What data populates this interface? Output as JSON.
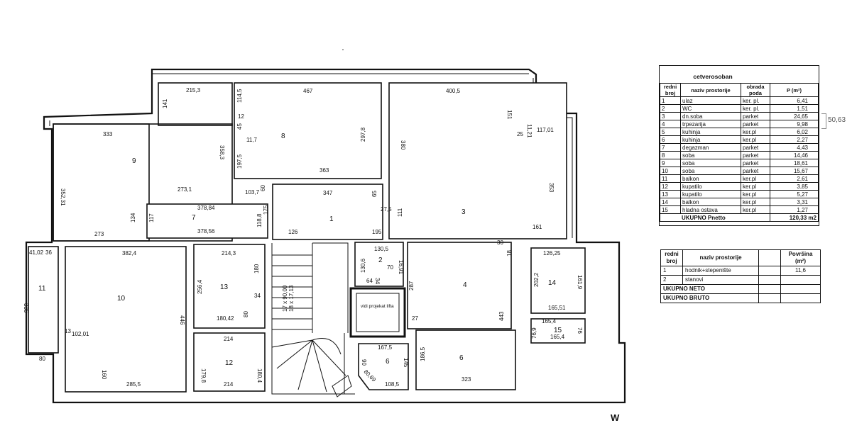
{
  "rooms": [
    {
      "id": "9",
      "label": "9"
    },
    {
      "id": "8",
      "label": "8"
    },
    {
      "id": "3",
      "label": "3"
    },
    {
      "id": "7",
      "label": "7"
    },
    {
      "id": "1",
      "label": "1"
    },
    {
      "id": "10",
      "label": "10"
    },
    {
      "id": "11",
      "label": "11"
    },
    {
      "id": "13",
      "label": "13"
    },
    {
      "id": "2",
      "label": "2"
    },
    {
      "id": "4",
      "label": "4"
    },
    {
      "id": "14",
      "label": "14"
    },
    {
      "id": "15",
      "label": "15"
    },
    {
      "id": "12",
      "label": "12"
    },
    {
      "id": "6a",
      "label": "6"
    },
    {
      "id": "6b",
      "label": "6"
    }
  ],
  "dimensions": [
    "215,3",
    "141",
    "333",
    "358,3",
    "352,31",
    "273,1",
    "134",
    "273",
    "467",
    "114,5",
    "12",
    "45",
    "11,7",
    "297,8",
    "197,5",
    "363",
    "60",
    "103,7",
    "400,5",
    "151",
    "25",
    "11,21",
    "117,01",
    "380",
    "353",
    "161",
    "111",
    "378,84",
    "117",
    "118,8",
    "378,56",
    "175",
    "347",
    "65",
    "27,5",
    "126",
    "195",
    "382,4",
    "41,02",
    "36",
    "336",
    "102,01",
    "13",
    "80",
    "160",
    "285,5",
    "446",
    "214,3",
    "256,4",
    "180",
    "34",
    "180,42",
    "80",
    "214",
    "179,8",
    "180,4",
    "214",
    "17 x 90,00",
    "18 x 17,13",
    "130,5",
    "130,6",
    "70",
    "16,91",
    "64",
    "34",
    "287",
    "27",
    "30",
    "443",
    "18",
    "167,5",
    "90",
    "145",
    "80,69",
    "108,5",
    "186,5",
    "323",
    "126,25",
    "202,2",
    "161,9",
    "165,51",
    "165,4",
    "76,9",
    "76",
    "165,4"
  ],
  "lift_label": "vidi projekat lifta",
  "table1": {
    "title": "cetverosoban",
    "headers": [
      "redni broj",
      "naziv prostorije",
      "obrada poda",
      "P (m²)"
    ],
    "rows": [
      [
        "1",
        "ulaz",
        "ker. pl.",
        "6,41"
      ],
      [
        "2",
        "WC",
        "ker. pl.",
        "1,51"
      ],
      [
        "3",
        "dn.soba",
        "parket",
        "24,65"
      ],
      [
        "4",
        "trpezarija",
        "parket",
        "9,98"
      ],
      [
        "5",
        "kuhinja",
        "ker.pl",
        "6,02"
      ],
      [
        "6",
        "kuhinja",
        "ker.pl",
        "2,27"
      ],
      [
        "7",
        "degazman",
        "parket",
        "4,43"
      ],
      [
        "8",
        "soba",
        "parket",
        "14,46"
      ],
      [
        "9",
        "soba",
        "parket",
        "18,61"
      ],
      [
        "10",
        "soba",
        "parket",
        "15,67"
      ],
      [
        "11",
        "balkon",
        "ker.pl",
        "2,61"
      ],
      [
        "12",
        "kupatilo",
        "ker.pl",
        "3,85"
      ],
      [
        "13",
        "kupatilo",
        "ker.pl",
        "5,27"
      ],
      [
        "14",
        "balkon",
        "ker.pl",
        "3,31"
      ],
      [
        "15",
        "hladna ostava",
        "ker.pl",
        "1,27"
      ]
    ],
    "total_label": "UKUPNO  Pnetto",
    "total_value": "120,33 m2"
  },
  "table2": {
    "headers": [
      "redni broj",
      "naziv prostorije",
      "",
      "Površina (m²)"
    ],
    "rows": [
      [
        "1",
        "hodnik+stepenište",
        "",
        "11,6"
      ],
      [
        "2",
        "stanovi",
        "",
        ""
      ]
    ],
    "neto_label": "UKUPNO NETO",
    "bruto_label": "UKUPNO BRUTO"
  },
  "margin_note": "50,63",
  "footer_mark": "W"
}
